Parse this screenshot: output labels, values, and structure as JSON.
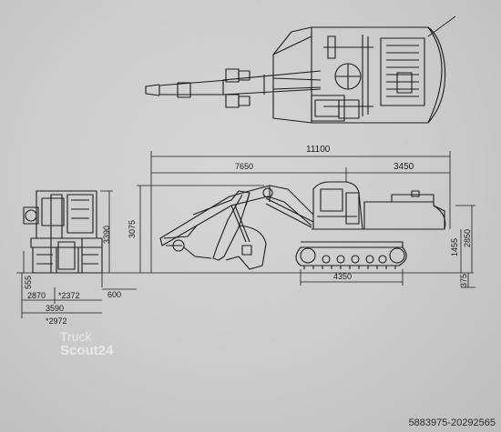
{
  "dimensions": {
    "total_length": "11100",
    "boom_reach": "7650",
    "tail_length": "3450",
    "overall_height": "3075",
    "cab_height": "3390",
    "track_length": "4350",
    "counterweight_height": "1455",
    "upper_height": "2850",
    "ground_clearance": "375",
    "track_height": "555",
    "track_gauge": "2870",
    "track_gauge_alt": "*2372",
    "shoe_width": "600",
    "overall_width": "3590",
    "overall_width_alt": "*2972"
  },
  "watermark": {
    "line1": "Truck",
    "line2": "Scout24"
  },
  "listing_ref": "5883975-20292565"
}
